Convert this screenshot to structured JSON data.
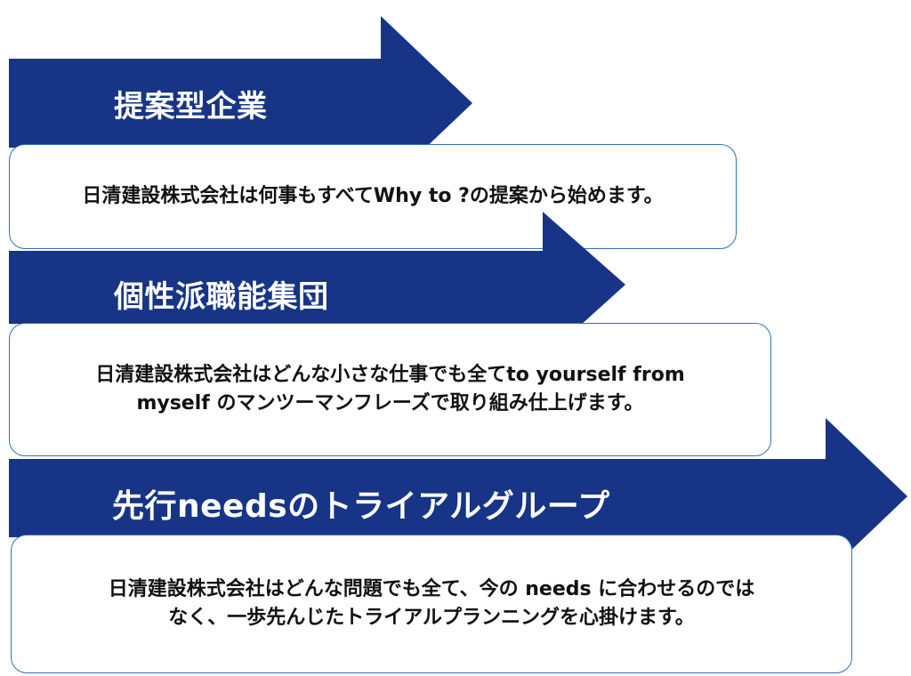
{
  "colors": {
    "arrow": "#173486",
    "box_border": "#2f72b8",
    "title_text": "#ffffff",
    "body_text": "#111111"
  },
  "sections": [
    {
      "title": "提案型企業",
      "description": "日清建設株式会社は何事もすべてWhy to ?の提案から始めます。"
    },
    {
      "title": "個性派職能集団",
      "description": "日清建設株式会社はどんな小さな仕事でも全てto yourself from\nmyself のマンツーマンフレーズで取り組み仕上げます。"
    },
    {
      "title": "先行needsのトライアルグループ",
      "description": "日清建設株式会社はどんな問題でも全て、今の needs に合わせるのでは\nなく、一歩先んじたトライアルプランニングを心掛けます。"
    }
  ]
}
